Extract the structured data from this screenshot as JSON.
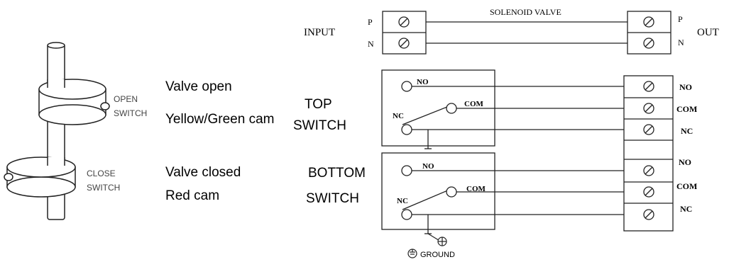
{
  "cam_labels": {
    "open_switch_line1": "OPEN",
    "open_switch_line2": "SWITCH",
    "close_switch_line1": "CLOSE",
    "close_switch_line2": "SWITCH"
  },
  "descriptions": {
    "valve_open": "Valve open",
    "yellow_green_cam": "Yellow/Green cam",
    "valve_closed": "Valve closed",
    "red_cam": "Red cam"
  },
  "switch_labels": {
    "top_line1": "TOP",
    "top_line2": "SWITCH",
    "bottom_line1": "BOTTOM",
    "bottom_line2": "SWITCH"
  },
  "solenoid": {
    "input": "INPUT",
    "output": "OUT",
    "title": "SOLENOID VALVE",
    "p": "P",
    "n": "N"
  },
  "contacts": {
    "no": "NO",
    "com": "COM",
    "nc": "NC"
  },
  "ground": "GROUND",
  "colors": {
    "line": "#222222",
    "cam_fill": "#ffffff"
  }
}
